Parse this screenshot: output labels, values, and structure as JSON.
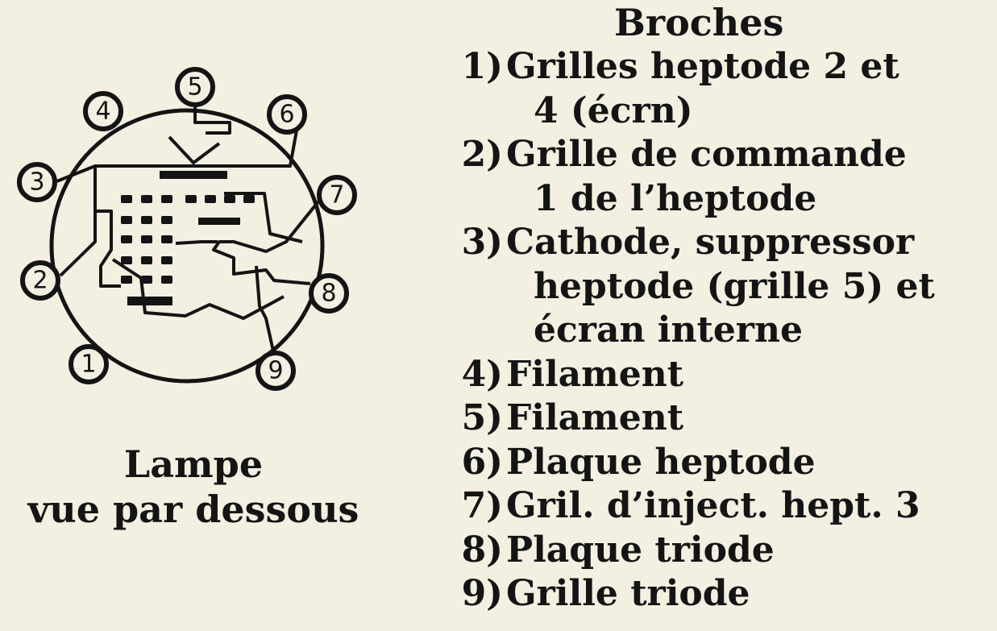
{
  "caption": {
    "line1": "Lampe",
    "line2": "vue par dessous"
  },
  "legend": {
    "title": "Broches",
    "entries": [
      {
        "num": "1)",
        "lines": [
          "Grilles heptode 2 et",
          "4 (écrn)"
        ]
      },
      {
        "num": "2)",
        "lines": [
          "Grille de commande",
          "1 de l’heptode"
        ]
      },
      {
        "num": "3)",
        "lines": [
          "Cathode, suppressor",
          "heptode (grille 5) et",
          "écran interne"
        ]
      },
      {
        "num": "4)",
        "lines": [
          "Filament"
        ]
      },
      {
        "num": "5)",
        "lines": [
          "Filament"
        ]
      },
      {
        "num": "6)",
        "lines": [
          "Plaque heptode"
        ]
      },
      {
        "num": "7)",
        "lines": [
          "Gril. d’inject. hept. 3"
        ]
      },
      {
        "num": "8)",
        "lines": [
          "Plaque triode"
        ]
      },
      {
        "num": "9)",
        "lines": [
          "Grille triode"
        ]
      }
    ]
  },
  "diagram": {
    "pins": [
      "1",
      "2",
      "3",
      "4",
      "5",
      "6",
      "7",
      "8",
      "9"
    ]
  }
}
